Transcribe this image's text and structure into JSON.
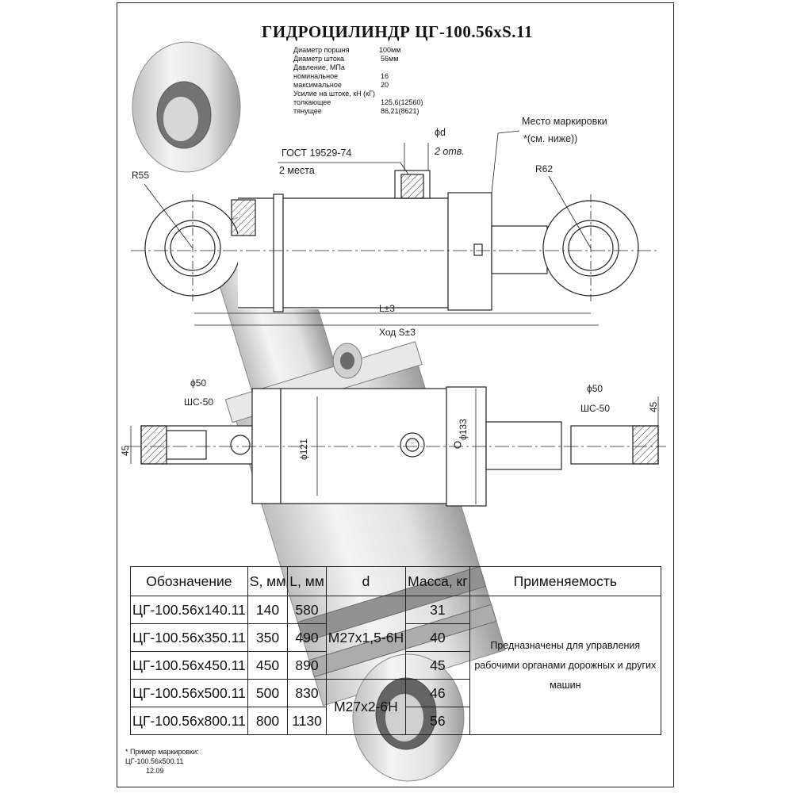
{
  "title": "ГИДРОЦИЛИНДР  ЦГ-100.56хS.11",
  "specs": [
    {
      "label": "Диаметр поршня",
      "value": "100мм"
    },
    {
      "label": "Диаметр штока",
      "value": "56мм"
    },
    {
      "label": "Давление, МПа",
      "value": ""
    },
    {
      "label": "номинальное",
      "value": "16"
    },
    {
      "label": "максимальное",
      "value": "20"
    },
    {
      "label": "Усилие на штоке, кН (кГ)",
      "value": ""
    },
    {
      "label": "толкающее",
      "value": "125,6(12560)"
    },
    {
      "label": "тянущее",
      "value": "86,21(8621)"
    }
  ],
  "annotations": {
    "gost": "ГОСТ 19529-74",
    "two_places": "2 места",
    "phi_d": "ϕd",
    "two_holes": "2 отв.",
    "marking_place": "Место маркировки",
    "see_below": "*(см. ниже))",
    "r55": "R55",
    "r62": "R62",
    "l_dim": "L±3",
    "stroke": "Ход S±3",
    "phi50_left": "ϕ50",
    "shs50_left": "ШС-50",
    "dim45_left": "45",
    "phi50_right": "ϕ50",
    "shs50_right": "ШС-50",
    "dim45_right": "45",
    "phi121": "ϕ121",
    "phi133": "ϕ133"
  },
  "table": {
    "headers": [
      "Обозначение",
      "S, мм",
      "L, мм",
      "d",
      "Масса, кг",
      "Применяемость"
    ],
    "rows": [
      {
        "designation": "ЦГ-100.56х140.11",
        "s": "140",
        "l": "580",
        "mass": "31"
      },
      {
        "designation": "ЦГ-100.56х350.11",
        "s": "350",
        "l": "490",
        "mass": "40"
      },
      {
        "designation": "ЦГ-100.56х450.11",
        "s": "450",
        "l": "890",
        "mass": "45"
      },
      {
        "designation": "ЦГ-100.56х500.11",
        "s": "500",
        "l": "830",
        "mass": "46"
      },
      {
        "designation": "ЦГ-100.56х800.11",
        "s": "800",
        "l": "1130",
        "mass": "56"
      }
    ],
    "thread_1": "М27х1,5-6Н",
    "thread_2": "М27х2-6Н",
    "applicability": "Предназначены для управления рабочими органами дорожных и других машин"
  },
  "footnote": {
    "line1": "* Пример маркировки:",
    "line2": "ЦГ-100.56х500.11",
    "line3": "12.09"
  }
}
